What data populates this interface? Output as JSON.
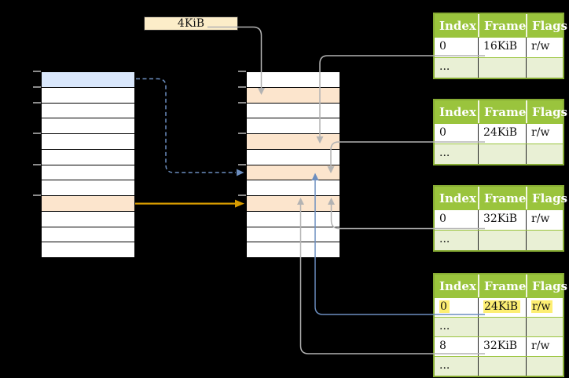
{
  "diagram": {
    "page_size_label": "4KiB",
    "colors": {
      "background": "#000000",
      "virtual_page_blue": "#dae8fc",
      "frame_orange": "#fce5cd",
      "label_box_cream": "#fcedc9",
      "table_header_green": "#9ac43d",
      "table_border_green": "#86ab33",
      "table_row_light_green": "#e9f0d5",
      "cell_highlight_yellow": "#fdee72",
      "connector_gray": "#b3b3b3",
      "connector_blue": "#6c8ebf",
      "connector_orange": "#d79b00",
      "tick_gray": "#8c8c8c"
    },
    "left_column": {
      "rows": [
        "blue",
        "white",
        "white",
        "white",
        "white",
        "white",
        "white",
        "white",
        "orange",
        "white",
        "white",
        "white"
      ]
    },
    "middle_column": {
      "rows": [
        "white",
        "orange",
        "white",
        "white",
        "orange",
        "white",
        "orange",
        "white",
        "orange",
        "white",
        "white",
        "white"
      ]
    },
    "page_tables": [
      {
        "headers": [
          "Index",
          "Frame",
          "Flags"
        ],
        "rows": [
          {
            "cells": [
              "0",
              "16KiB",
              "r/w"
            ],
            "variant": "white",
            "highlight": "no"
          },
          {
            "cells": [
              "...",
              "",
              ""
            ],
            "variant": "green",
            "highlight": "no"
          }
        ]
      },
      {
        "headers": [
          "Index",
          "Frame",
          "Flags"
        ],
        "rows": [
          {
            "cells": [
              "0",
              "24KiB",
              "r/w"
            ],
            "variant": "white",
            "highlight": "no"
          },
          {
            "cells": [
              "...",
              "",
              ""
            ],
            "variant": "green",
            "highlight": "no"
          }
        ]
      },
      {
        "headers": [
          "Index",
          "Frame",
          "Flags"
        ],
        "rows": [
          {
            "cells": [
              "0",
              "32KiB",
              "r/w"
            ],
            "variant": "white",
            "highlight": "no"
          },
          {
            "cells": [
              "...",
              "",
              ""
            ],
            "variant": "green",
            "highlight": "no"
          }
        ]
      },
      {
        "headers": [
          "Index",
          "Frame",
          "Flags"
        ],
        "rows": [
          {
            "cells": [
              "0",
              "24KiB",
              "r/w"
            ],
            "variant": "white",
            "highlight": "yes"
          },
          {
            "cells": [
              "...",
              "",
              ""
            ],
            "variant": "green",
            "highlight": "no"
          },
          {
            "cells": [
              "8",
              "32KiB",
              "r/w"
            ],
            "variant": "white",
            "highlight": "no"
          },
          {
            "cells": [
              "...",
              "",
              ""
            ],
            "variant": "green",
            "highlight": "no"
          }
        ]
      }
    ]
  }
}
